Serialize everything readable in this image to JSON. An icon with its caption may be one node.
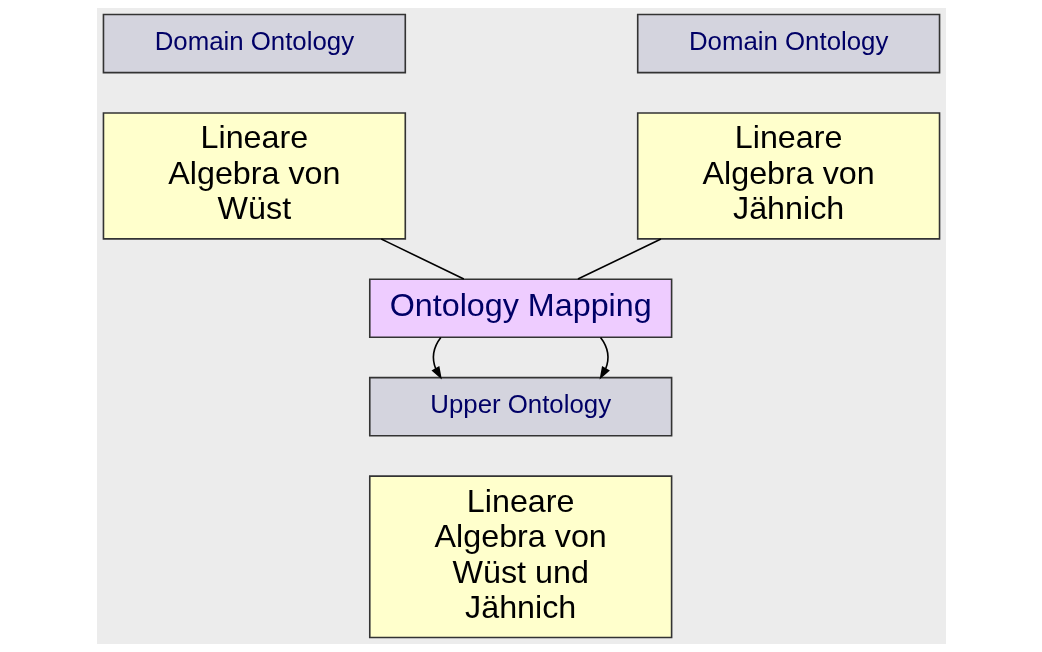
{
  "diagram": {
    "nodes": [
      {
        "text": [
          "Domain Ontology"
        ]
      },
      {
        "text": [
          "Lineare Algebra von Wüst"
        ]
      },
      {
        "text": [
          "Domain Ontology"
        ]
      },
      {
        "text": [
          "Lineare Algebra von Jähnich"
        ]
      },
      {
        "text": [
          "Ontology Mapping"
        ]
      },
      {
        "text": [
          "Upper Ontology"
        ]
      },
      {
        "text": [
          "Lineare Algebra von Wüst und Jähnich"
        ]
      }
    ],
    "edges": [
      {
        "from": 1,
        "to": 4,
        "arrow": "none"
      },
      {
        "from": 3,
        "to": 4,
        "arrow": "none"
      },
      {
        "from": 4,
        "to": 5,
        "arrow": "to"
      },
      {
        "from": 4,
        "to": 5,
        "arrow": "to"
      }
    ]
  }
}
